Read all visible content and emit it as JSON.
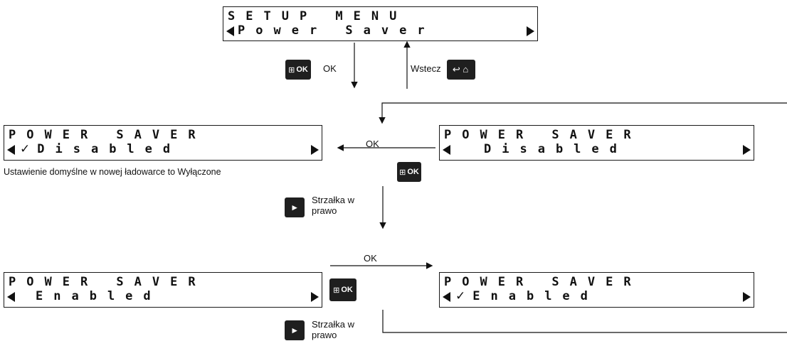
{
  "setup_screen": {
    "line1": "SETUP MENU",
    "line2": "Power Saver"
  },
  "screen_disabled_checked": {
    "line1": "POWER SAVER",
    "check": "✓",
    "line2": "Disabled"
  },
  "screen_disabled": {
    "line1": "POWER SAVER",
    "line2": "Disabled"
  },
  "screen_enabled": {
    "line1": "POWER SAVER",
    "line2": "Enabled"
  },
  "screen_enabled_checked": {
    "line1": "POWER SAVER",
    "check": "✓",
    "line2": "Enabled"
  },
  "keys": {
    "ok_label": "OK",
    "ok_glyph": "⊞",
    "back_glyph": "↩ ⌂",
    "right_glyph": "▸"
  },
  "labels": {
    "ok_top": "OK",
    "back": "Wstecz",
    "ok_middle": "OK",
    "default_note": "Ustawienie domyślne w nowej ładowarce to Wyłączone",
    "right_arrow_1": "Strzałka w prawo",
    "right_arrow_2": "Strzałka w prawo",
    "ok_bottom": "OK"
  }
}
